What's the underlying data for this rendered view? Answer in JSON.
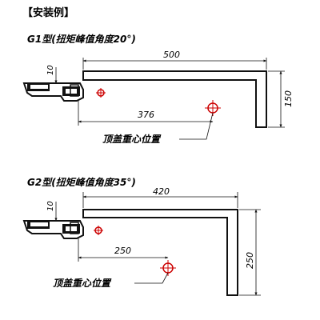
{
  "header": {
    "title": "【安装例】"
  },
  "g1": {
    "label": "G1型(扭矩峰值角度20°)",
    "dims": {
      "top": "500",
      "height": "150",
      "bracket": "10",
      "cog_offset": "376"
    },
    "cog_label": "顶盖重心位置"
  },
  "g2": {
    "label": "G2型(扭矩峰值角度35°)",
    "dims": {
      "top": "420",
      "height": "250",
      "bracket": "10",
      "cog_offset": "250"
    },
    "cog_label": "顶盖重心位置"
  },
  "colors": {
    "line": "#111111",
    "marker": "#cc0000"
  }
}
